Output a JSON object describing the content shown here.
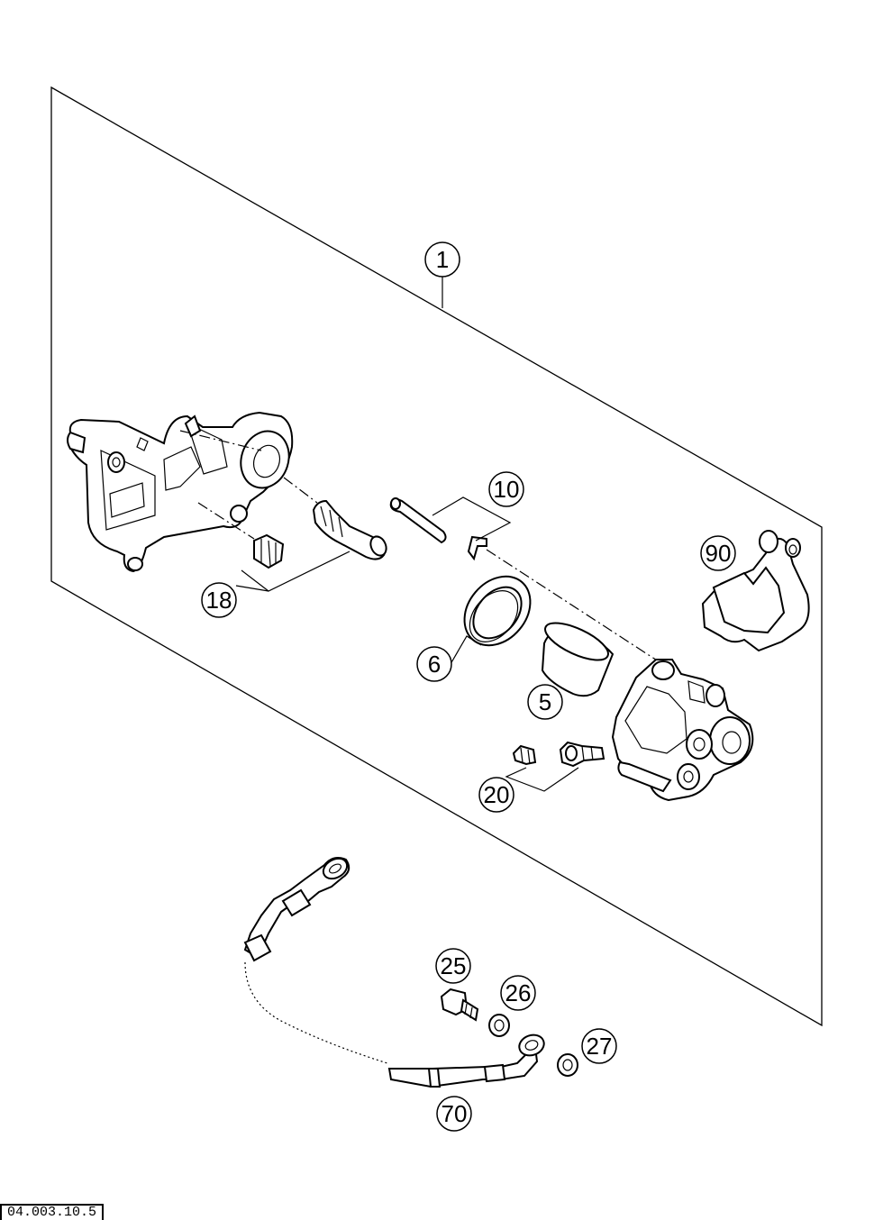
{
  "diagram": {
    "callouts": {
      "c1": "1",
      "c5": "5",
      "c6": "6",
      "c10": "10",
      "c18": "18",
      "c20": "20",
      "c25": "25",
      "c26": "26",
      "c27": "27",
      "c70": "70",
      "c90": "90"
    },
    "drawing_ref": "04.003.10.5"
  }
}
